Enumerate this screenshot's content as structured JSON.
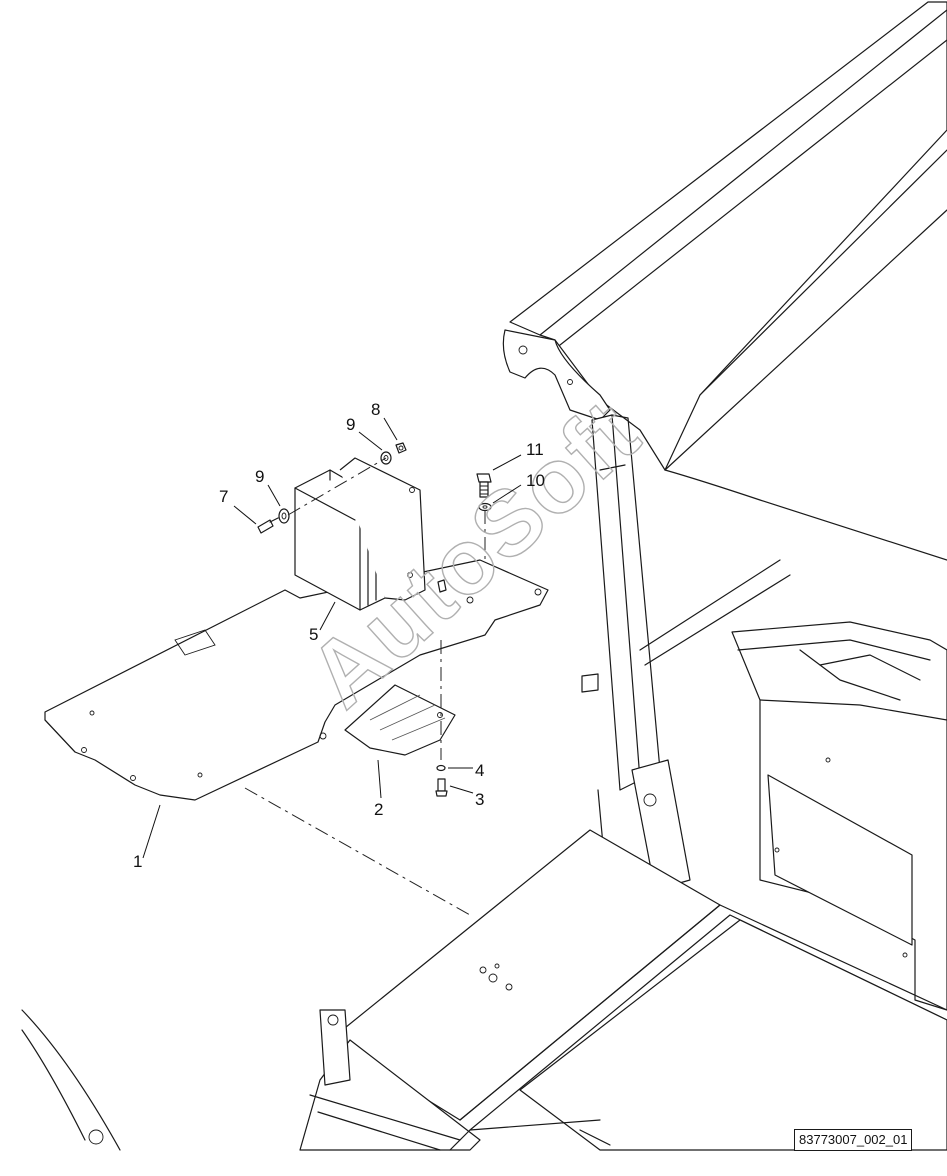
{
  "diagram": {
    "callouts": [
      {
        "id": "callout-1",
        "label": "1"
      },
      {
        "id": "callout-2",
        "label": "2"
      },
      {
        "id": "callout-3",
        "label": "3"
      },
      {
        "id": "callout-4",
        "label": "4"
      },
      {
        "id": "callout-5",
        "label": "5"
      },
      {
        "id": "callout-7",
        "label": "7"
      },
      {
        "id": "callout-8",
        "label": "8"
      },
      {
        "id": "callout-9a",
        "label": "9"
      },
      {
        "id": "callout-9b",
        "label": "9"
      },
      {
        "id": "callout-10",
        "label": "10"
      },
      {
        "id": "callout-11",
        "label": "11"
      }
    ],
    "watermark": "AutoSoft",
    "figure_id": "83773007_002_01"
  }
}
